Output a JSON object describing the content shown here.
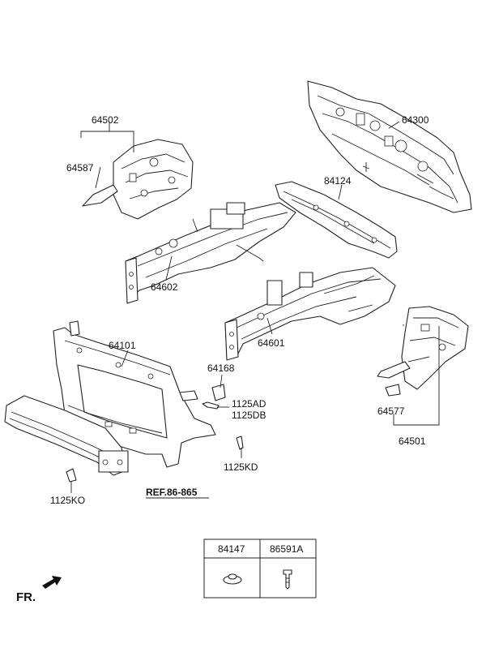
{
  "labels": {
    "p64502": "64502",
    "p64587": "64587",
    "p64300": "64300",
    "p84124": "84124",
    "p64602": "64602",
    "p64601": "64601",
    "p64101": "64101",
    "p64168": "64168",
    "p1125AD": "1125AD",
    "p1125DB": "1125DB",
    "p1125KD": "1125KD",
    "p1125KO": "1125KO",
    "p64577": "64577",
    "p64501": "64501",
    "ref": "REF.86-865",
    "fr": "FR."
  },
  "table": {
    "col1": "84147",
    "col2": "86591A"
  }
}
